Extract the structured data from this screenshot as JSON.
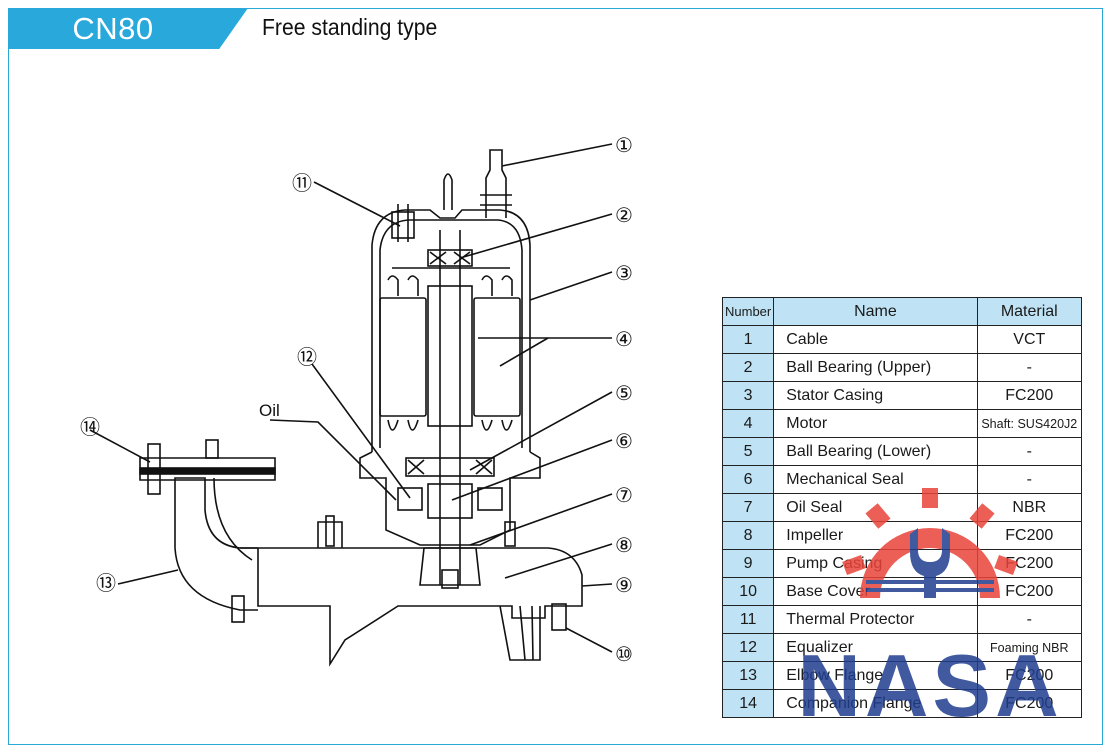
{
  "header": {
    "model": "CN80",
    "subtitle": "Free standing type"
  },
  "diagram": {
    "oil_label": "Oil",
    "callouts": [
      "①",
      "②",
      "③",
      "④",
      "⑤",
      "⑥",
      "⑦",
      "⑧",
      "⑨",
      "⑩",
      "⑪",
      "⑫",
      "⑬",
      "⑭"
    ]
  },
  "table": {
    "headers": [
      "Number",
      "Name",
      "Material"
    ],
    "rows": [
      {
        "number": "1",
        "name": "Cable",
        "material": "VCT"
      },
      {
        "number": "2",
        "name": "Ball Bearing (Upper)",
        "material": "-"
      },
      {
        "number": "3",
        "name": "Stator Casing",
        "material": "FC200"
      },
      {
        "number": "4",
        "name": "Motor",
        "material": "Shaft: SUS420J2"
      },
      {
        "number": "5",
        "name": "Ball Bearing (Lower)",
        "material": "-"
      },
      {
        "number": "6",
        "name": "Mechanical Seal",
        "material": "-"
      },
      {
        "number": "7",
        "name": "Oil Seal",
        "material": "NBR"
      },
      {
        "number": "8",
        "name": "Impeller",
        "material": "FC200"
      },
      {
        "number": "9",
        "name": "Pump Casing",
        "material": "FC200"
      },
      {
        "number": "10",
        "name": "Base Cover",
        "material": "FC200"
      },
      {
        "number": "11",
        "name": "Thermal Protector",
        "material": "-"
      },
      {
        "number": "12",
        "name": "Equalizer",
        "material": "Foaming NBR"
      },
      {
        "number": "13",
        "name": "Elbow Flange",
        "material": "FC200"
      },
      {
        "number": "14",
        "name": "Companion Flange",
        "material": "FC200"
      }
    ]
  },
  "watermark": {
    "text": "NASA",
    "colors": {
      "gear": "#e8443a",
      "letters": "#1f3d8f"
    }
  },
  "colors": {
    "accent": "#29a8dc",
    "table_header": "#bfe3f5"
  }
}
